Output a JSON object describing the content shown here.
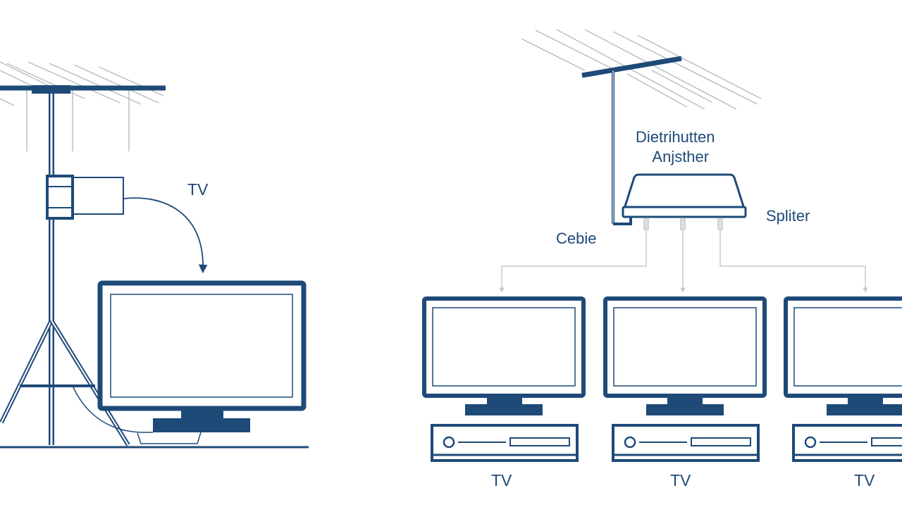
{
  "colors": {
    "stroke": "#1e4a78",
    "hatch": "#b9bfc6",
    "cable": "#c5cad0"
  },
  "labels": {
    "left_tv": "TV",
    "distribution_amplifier_line1": "Dietrihutten",
    "distribution_amplifier_line2": "Anjsther",
    "splitter": "Spliter",
    "cable": "Cebie",
    "tv_1": "TV",
    "tv_2": "TV",
    "tv_3": "TV"
  }
}
